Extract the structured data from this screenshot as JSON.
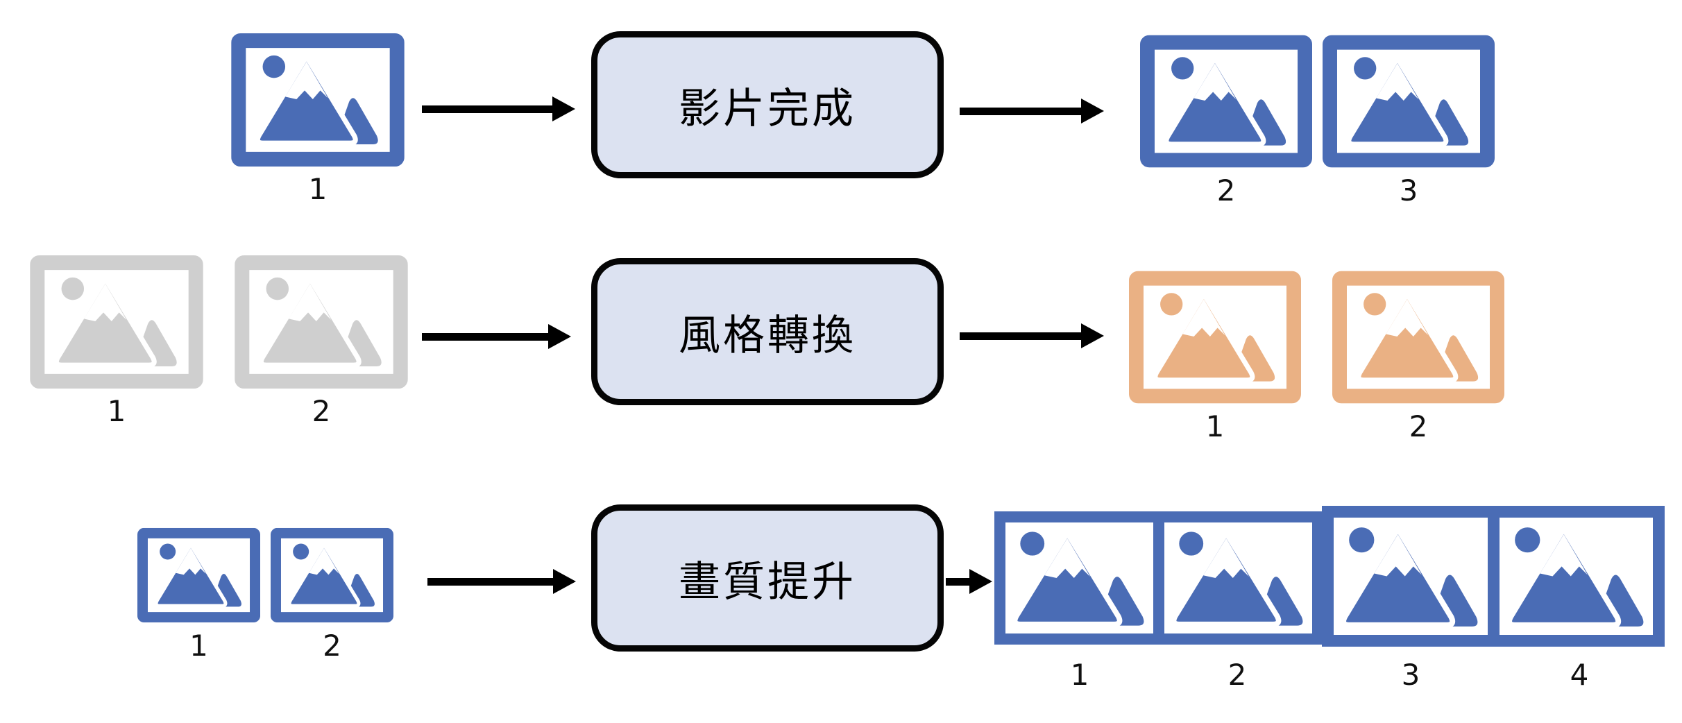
{
  "colors": {
    "blue": "#4A6CB5",
    "gray": "#CFCFCF",
    "orange": "#EAB184",
    "process_box_fill": "#DCE2F1",
    "process_box_border": "#000000",
    "arrow": "#000000",
    "snow": "#FFFFFF",
    "background": "#FFFFFF"
  },
  "diagram": {
    "rows": [
      {
        "process_label": "影片完成",
        "inputs": [
          {
            "label": "1",
            "color": "blue"
          }
        ],
        "outputs": [
          {
            "label": "2",
            "color": "blue"
          },
          {
            "label": "3",
            "color": "blue"
          }
        ]
      },
      {
        "process_label": "風格轉換",
        "inputs": [
          {
            "label": "1",
            "color": "gray"
          },
          {
            "label": "2",
            "color": "gray"
          }
        ],
        "outputs": [
          {
            "label": "1",
            "color": "orange"
          },
          {
            "label": "2",
            "color": "orange"
          }
        ]
      },
      {
        "process_label": "畫質提升",
        "inputs": [
          {
            "label": "1",
            "color": "blue"
          },
          {
            "label": "2",
            "color": "blue"
          }
        ],
        "outputs": [
          {
            "label": "1",
            "color": "blue"
          },
          {
            "label": "2",
            "color": "blue"
          },
          {
            "label": "3",
            "color": "blue"
          },
          {
            "label": "4",
            "color": "blue"
          }
        ]
      }
    ]
  }
}
